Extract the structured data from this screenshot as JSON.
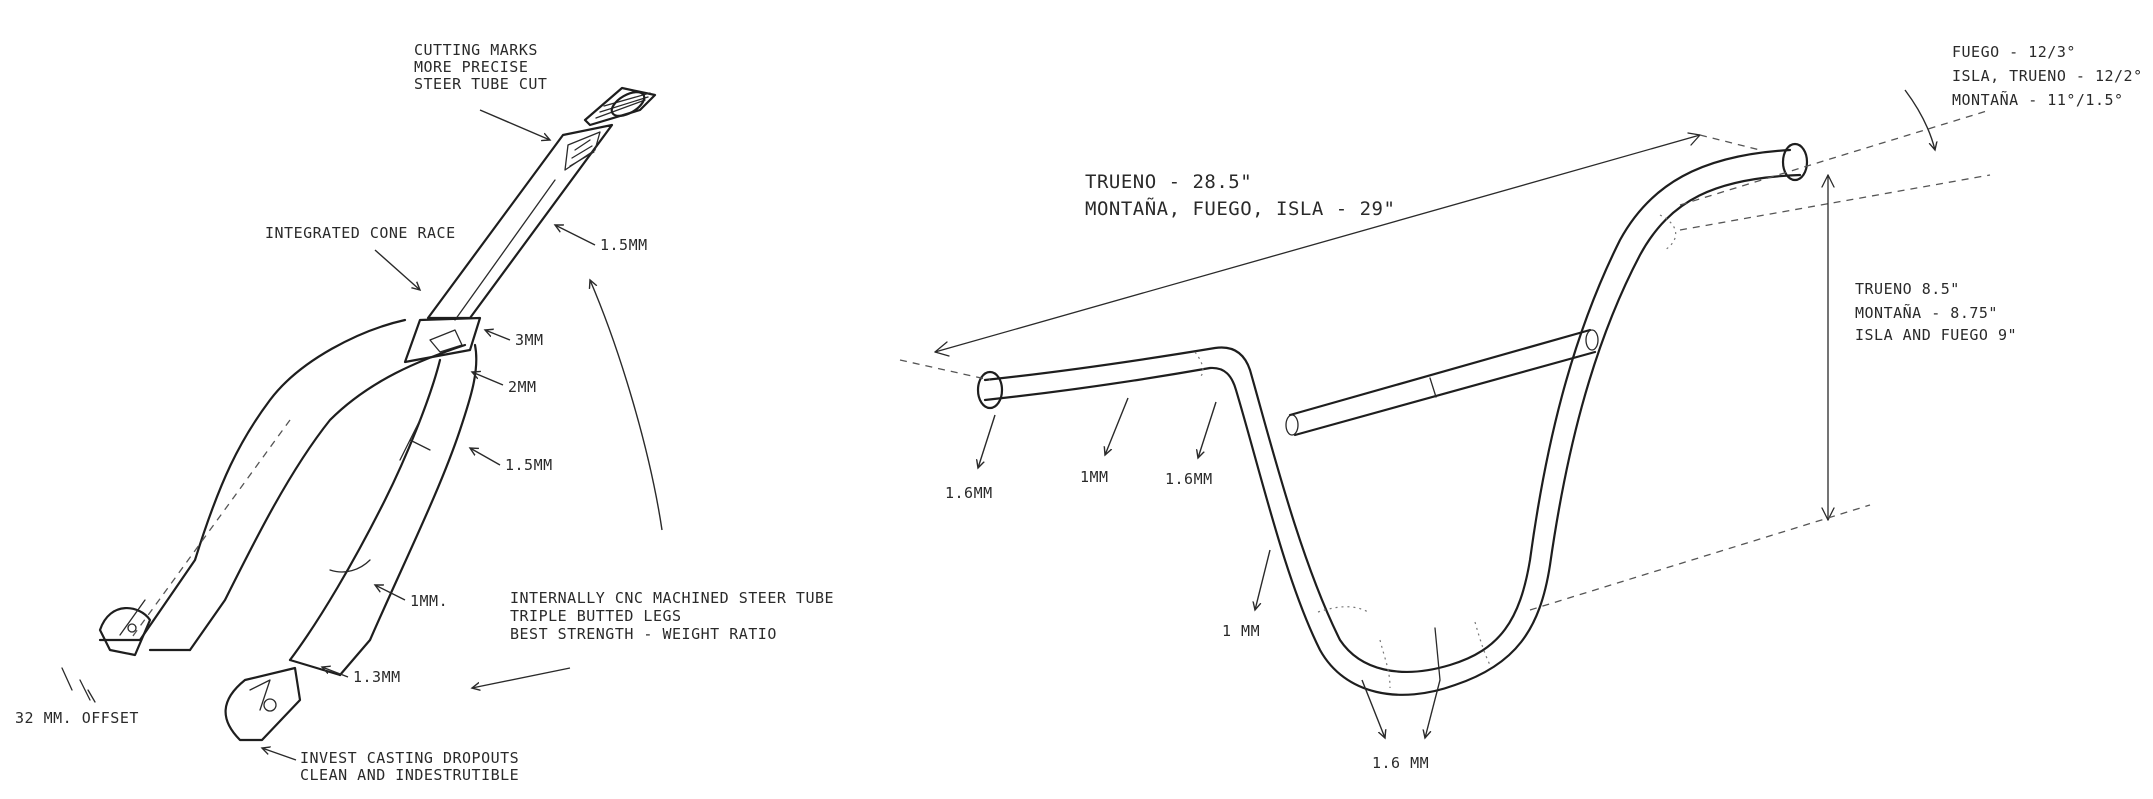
{
  "fork": {
    "annotations": {
      "steer_tube_cut": [
        "CUTTING MARKS",
        "MORE PRECISE",
        "STEER TUBE CUT"
      ],
      "cone_race": "INTEGRATED CONE RACE",
      "wall_steer": "1.5MM",
      "wall_crown_top": "3MM",
      "wall_crown": "2MM",
      "wall_leg_upper": "1.5MM",
      "wall_leg_mid": "1MM.",
      "wall_leg_lower": "1.3MM",
      "features": [
        "INTERNALLY CNC MACHINED STEER TUBE",
        "TRIPLE BUTTED LEGS",
        "BEST STRENGTH - WEIGHT RATIO"
      ],
      "offset": "32 MM. OFFSET",
      "dropouts": [
        "INVEST CASTING DROPOUTS",
        "CLEAN AND INDESTRUTIBLE"
      ]
    }
  },
  "handlebar": {
    "annotations": {
      "width": [
        "TRUENO - 28.5\"",
        "MONTAÑA, FUEGO, ISLA - 29\""
      ],
      "angles": [
        "FUEGO - 12/3°",
        "ISLA, TRUENO - 12/2°",
        "MONTAÑA - 11°/1.5°"
      ],
      "rise": [
        "TRUENO 8.5\"",
        "MONTAÑA - 8.75\"",
        "ISLA AND FUEGO 9\""
      ],
      "wall_end": "1.6MM",
      "wall_grip": "1MM",
      "wall_bend": "1.6MM",
      "wall_upright": "1 MM",
      "wall_center": "1.6 MM"
    }
  }
}
